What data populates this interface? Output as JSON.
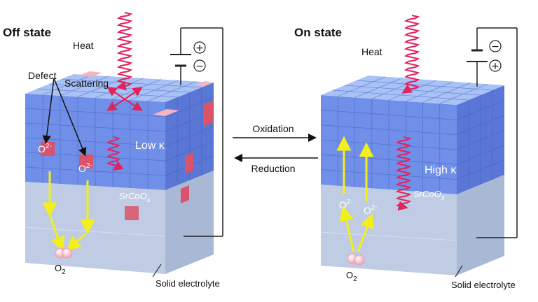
{
  "off_state": {
    "title": "Off state",
    "heat_label": "Heat",
    "defect_label": "Defect",
    "scattering_label": "Scattering",
    "ion_label_1": "O",
    "ion_label_2": "O",
    "ion_charge": "2-",
    "kappa_label": "Low κ",
    "material_label": "SrCoO",
    "material_sub": "x",
    "oxygen_label": "O",
    "oxygen_sub": "2",
    "electrolyte_label": "Solid electrolyte",
    "battery_top_sign": "+",
    "battery_bottom_sign": "−"
  },
  "on_state": {
    "title": "On state",
    "heat_label": "Heat",
    "ion_label_1": "O",
    "ion_label_2": "O",
    "ion_charge": "2-",
    "kappa_label": "High κ",
    "material_label": "SrCoO",
    "material_sub": "x",
    "oxygen_label": "O",
    "oxygen_sub": "2",
    "electrolyte_label": "Solid electrolyte",
    "battery_top_sign": "−",
    "battery_bottom_sign": "+"
  },
  "transitions": {
    "forward_label": "Oxidation",
    "reverse_label": "Reduction"
  },
  "colors": {
    "film_front": "#6f8fe8",
    "film_top": "#a9c2f6",
    "film_side": "#5a77d6",
    "electrolyte": "#b8c6e0",
    "defect": "#d9536a",
    "heat": "#e0245e",
    "ion_path": "#f2ef1c"
  }
}
